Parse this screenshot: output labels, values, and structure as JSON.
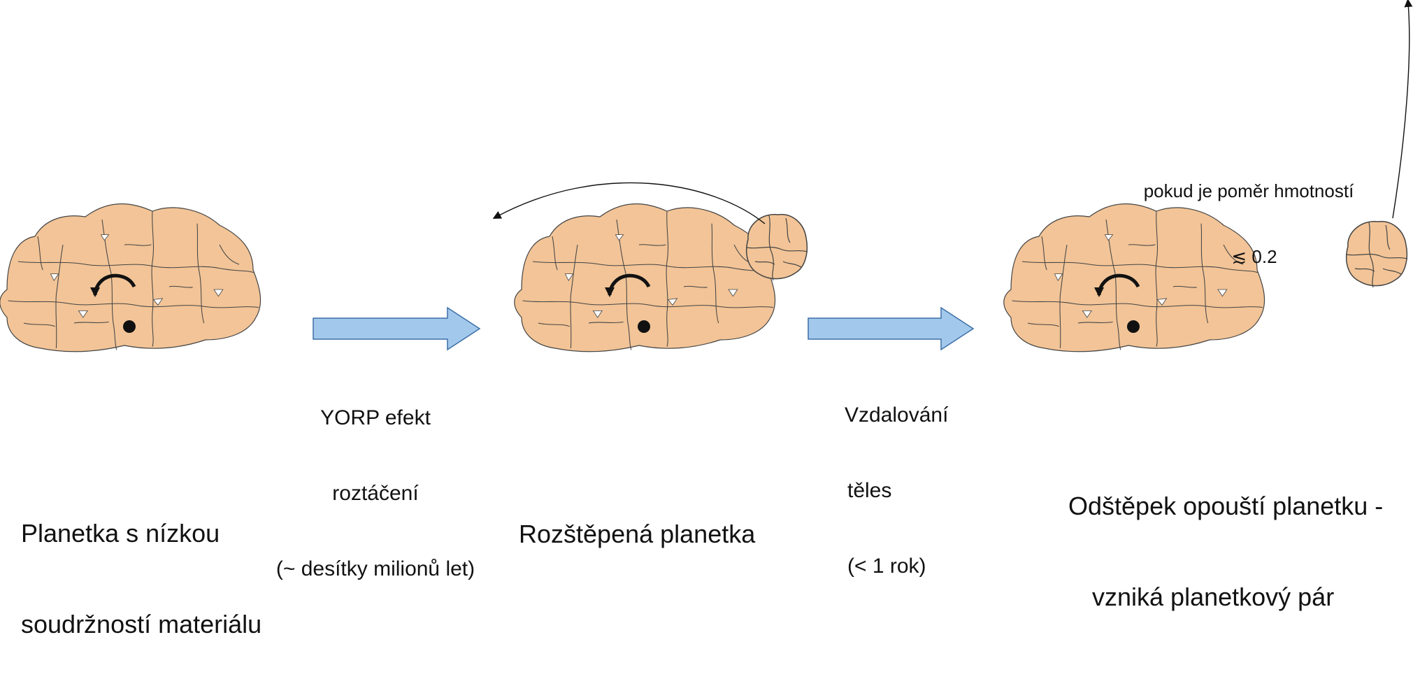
{
  "stages": [
    {
      "caption_line1": "Planetka s nízkou",
      "caption_line2": "soudržností materiálu"
    },
    {
      "caption_line1": "Rozštěpená planetka"
    },
    {
      "caption_line1": "Odštěpek opouští planetku -",
      "caption_line2": "vzniká planetkový pár"
    }
  ],
  "step1": {
    "line1": "YORP efekt",
    "line2": "roztáčení",
    "line3": "(~ desítky milionů let)"
  },
  "step2": {
    "line1": "Vzdalování",
    "line2": "těles",
    "line3": "(< 1 rok)"
  },
  "condition": {
    "line1": "pokud je poměr hmotností",
    "line2": "≲ 0.2"
  },
  "colors": {
    "rock_fill": "#f2c497",
    "rock_stroke": "#444444",
    "arrow_fill": "#a2c9ec",
    "arrow_stroke": "#3d6fa6"
  }
}
